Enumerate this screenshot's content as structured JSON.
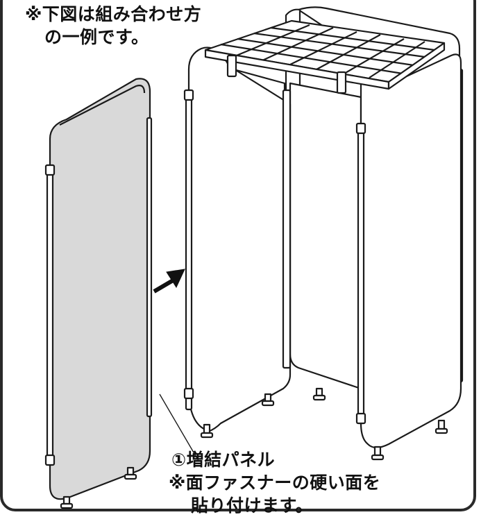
{
  "notes": {
    "top_line1": "※下図は組み合わせ方",
    "top_line2": "の一例です。",
    "panel_label": "①増結パネル",
    "bottom_line1": "※面ファスナーの硬い面を",
    "bottom_line2": "貼り付けます。"
  },
  "colors": {
    "outline": "#1a1a1a",
    "panel_fill": "#d9d9d9",
    "frame": "#2a2a2a"
  },
  "icons": {
    "arrow": "arrow-right-icon"
  }
}
